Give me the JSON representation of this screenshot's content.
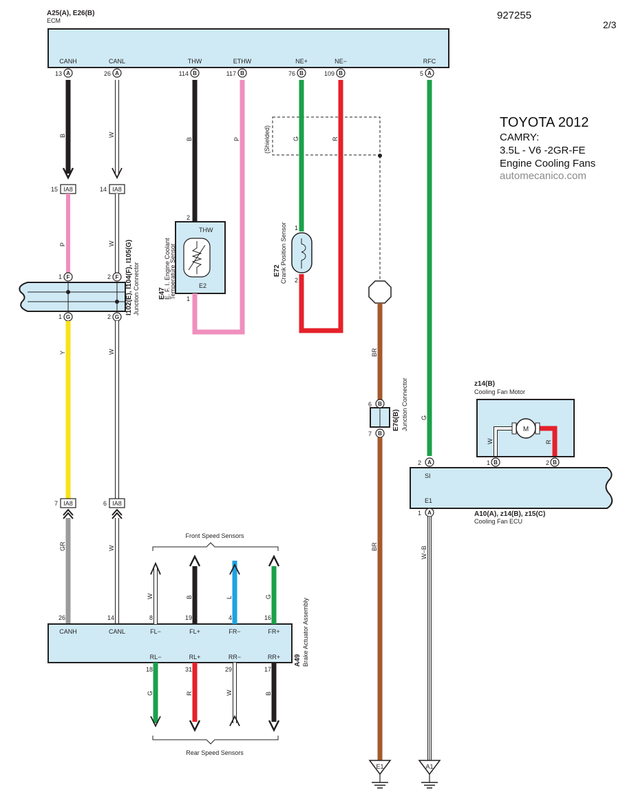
{
  "header": {
    "diagram_id": "927255",
    "page": "2/3"
  },
  "branding": {
    "title": "TOYOTA 2012",
    "model": "CAMRY:",
    "engine": "3.5L - V6 -2GR-FE",
    "system": "Engine Cooling Fans",
    "site": "automecanico.com"
  },
  "ecm": {
    "ref": "A25(A), E26(B)",
    "name": "ECM",
    "pins": [
      {
        "num": "13",
        "conn": "A",
        "label": "CANH",
        "wire": "B"
      },
      {
        "num": "26",
        "conn": "A",
        "label": "CANL",
        "wire": "W"
      },
      {
        "num": "114",
        "conn": "B",
        "label": "THW",
        "wire": "B"
      },
      {
        "num": "117",
        "conn": "B",
        "label": "ETHW",
        "wire": "P"
      },
      {
        "num": "76",
        "conn": "B",
        "label": "NE+",
        "wire": "G"
      },
      {
        "num": "109",
        "conn": "B",
        "label": "NE−",
        "wire": "R"
      },
      {
        "num": "5",
        "conn": "A",
        "label": "RFC",
        "wire": "G"
      }
    ]
  },
  "ia8": {
    "label": "IA8",
    "top_pins": [
      "15",
      "14"
    ],
    "bottom_pins": [
      "7",
      "6"
    ]
  },
  "can_wires": {
    "h_mid": "P",
    "l_mid": "W",
    "h_lower": "Y",
    "l_lower": "W",
    "h_bottom": "GR",
    "l_bottom": "W"
  },
  "junction": {
    "ref": "I102(E), I104(F), I105(G)",
    "name": "Junction Connector",
    "top": [
      {
        "num": "1",
        "conn": "F"
      },
      {
        "num": "2",
        "conn": "F"
      }
    ],
    "bottom": [
      {
        "num": "1",
        "conn": "G"
      },
      {
        "num": "2",
        "conn": "G"
      }
    ]
  },
  "coolant_sensor": {
    "ref": "E47",
    "name_line1": "E. F. I. Engine Coolant",
    "name_line2": "Temperature Sensor",
    "pin_top": "2",
    "pin_bottom": "1",
    "label_top": "THW",
    "label_bottom": "E2"
  },
  "shield": {
    "label": "(Shielded)"
  },
  "crank_sensor": {
    "ref": "E72",
    "name": "Crank Position Sensor",
    "pin_top": "1",
    "pin_bottom": "2"
  },
  "e76": {
    "ref": "E76(B)",
    "name": "Junction Connector",
    "pins": [
      {
        "num": "6",
        "conn": "B"
      },
      {
        "num": "7",
        "conn": "B"
      }
    ],
    "wire_top": "BR",
    "wire_bottom": "BR"
  },
  "fan_motor": {
    "ref": "z14(B)",
    "name": "Cooling Fan Motor",
    "motor": "M",
    "wire_left": "W",
    "wire_right": "R",
    "pin_left": "1",
    "pin_right": "2",
    "conn": "B"
  },
  "fan_ecu": {
    "ref": "A10(A), z14(B), z15(C)",
    "name": "Cooling Fan ECU",
    "pin_si": {
      "num": "2",
      "conn": "A",
      "label": "SI"
    },
    "pin_e1": {
      "num": "1",
      "conn": "A",
      "label": "E1"
    },
    "wire_si": "G",
    "wire_e1": "W−B"
  },
  "brake": {
    "ref": "A49",
    "name": "Brake Actuator Assembly",
    "top": [
      {
        "num": "26",
        "label": "CANH"
      },
      {
        "num": "14",
        "label": "CANL"
      },
      {
        "num": "8",
        "label": "FL−",
        "wire": "W"
      },
      {
        "num": "19",
        "label": "FL+",
        "wire": "B"
      },
      {
        "num": "4",
        "label": "FR−",
        "wire": "L"
      },
      {
        "num": "16",
        "label": "FR+",
        "wire": "G"
      }
    ],
    "bottom": [
      {
        "num": "18",
        "label": "RL−",
        "wire": "G"
      },
      {
        "num": "31",
        "label": "RL+",
        "wire": "R"
      },
      {
        "num": "29",
        "label": "RR−",
        "wire": "W"
      },
      {
        "num": "17",
        "label": "RR+",
        "wire": "B"
      }
    ],
    "front_label": "Front Speed Sensors",
    "rear_label": "Rear Speed Sensors"
  },
  "grounds": [
    {
      "label": "E1"
    },
    {
      "label": "A1"
    }
  ]
}
